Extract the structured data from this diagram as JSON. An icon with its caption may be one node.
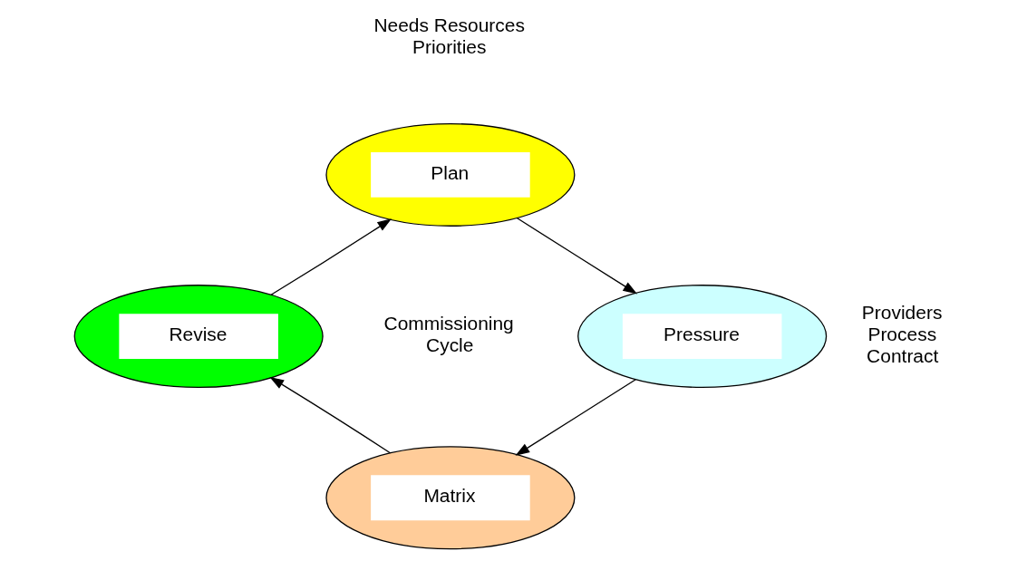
{
  "diagram": {
    "nodes": [
      {
        "text": [
          "Plan"
        ],
        "beside": [
          "Needs Resources Priorities"
        ]
      },
      {
        "text": [
          "Revise"
        ]
      },
      {
        "text": [
          "Pressure"
        ],
        "beside": [
          "Providers Process Contract"
        ]
      },
      {
        "text": [
          "Matrix"
        ]
      }
    ],
    "edges": [
      {
        "from": 0,
        "to": 2,
        "arrow": "to"
      },
      {
        "from": 2,
        "to": 3,
        "arrow": "to"
      },
      {
        "from": 3,
        "to": 1,
        "arrow": "to"
      },
      {
        "from": 1,
        "to": 0,
        "arrow": "to"
      }
    ],
    "labels": [
      "Commissioning Cycle"
    ]
  }
}
